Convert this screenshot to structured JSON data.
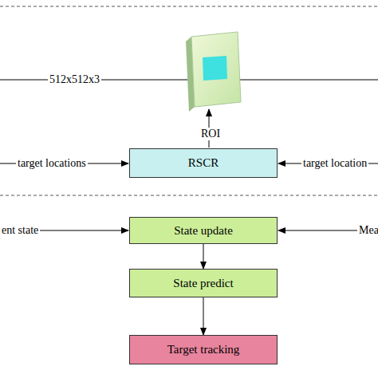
{
  "diagram": {
    "nodes": [
      {
        "text": [
          "RSCR"
        ]
      },
      {
        "text": [
          "State update"
        ]
      },
      {
        "text": [
          "State predict"
        ]
      },
      {
        "text": [
          "Target tracking"
        ]
      }
    ],
    "edges": [
      {
        "from": 1,
        "to": 2,
        "arrow": "to"
      },
      {
        "from": 2,
        "to": 3,
        "arrow": "to"
      }
    ],
    "labels": [
      "512x512x3",
      "ROI",
      "target locations",
      "target location",
      "ent state",
      "Mea"
    ]
  }
}
